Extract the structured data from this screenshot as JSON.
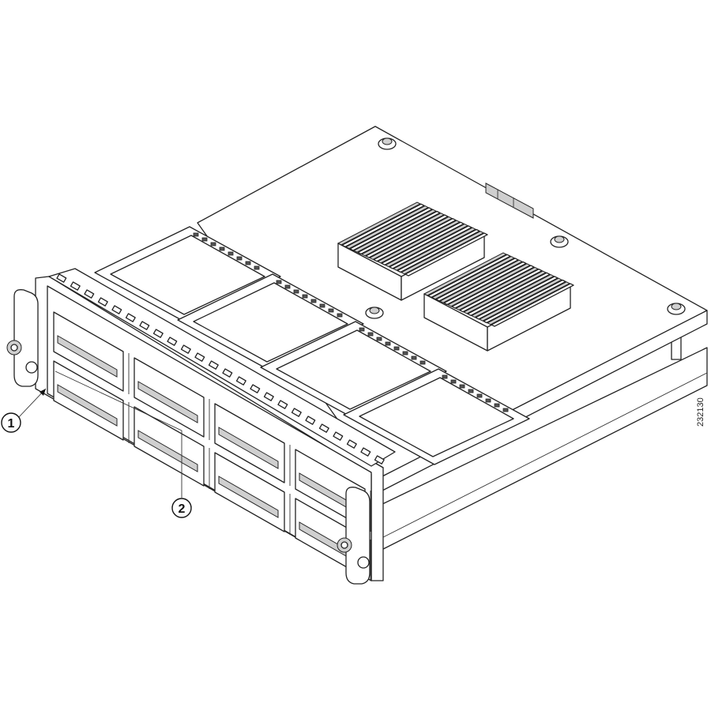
{
  "figure": {
    "callouts": [
      {
        "number": "1"
      },
      {
        "number": "2"
      }
    ],
    "figure_id": "232130"
  }
}
